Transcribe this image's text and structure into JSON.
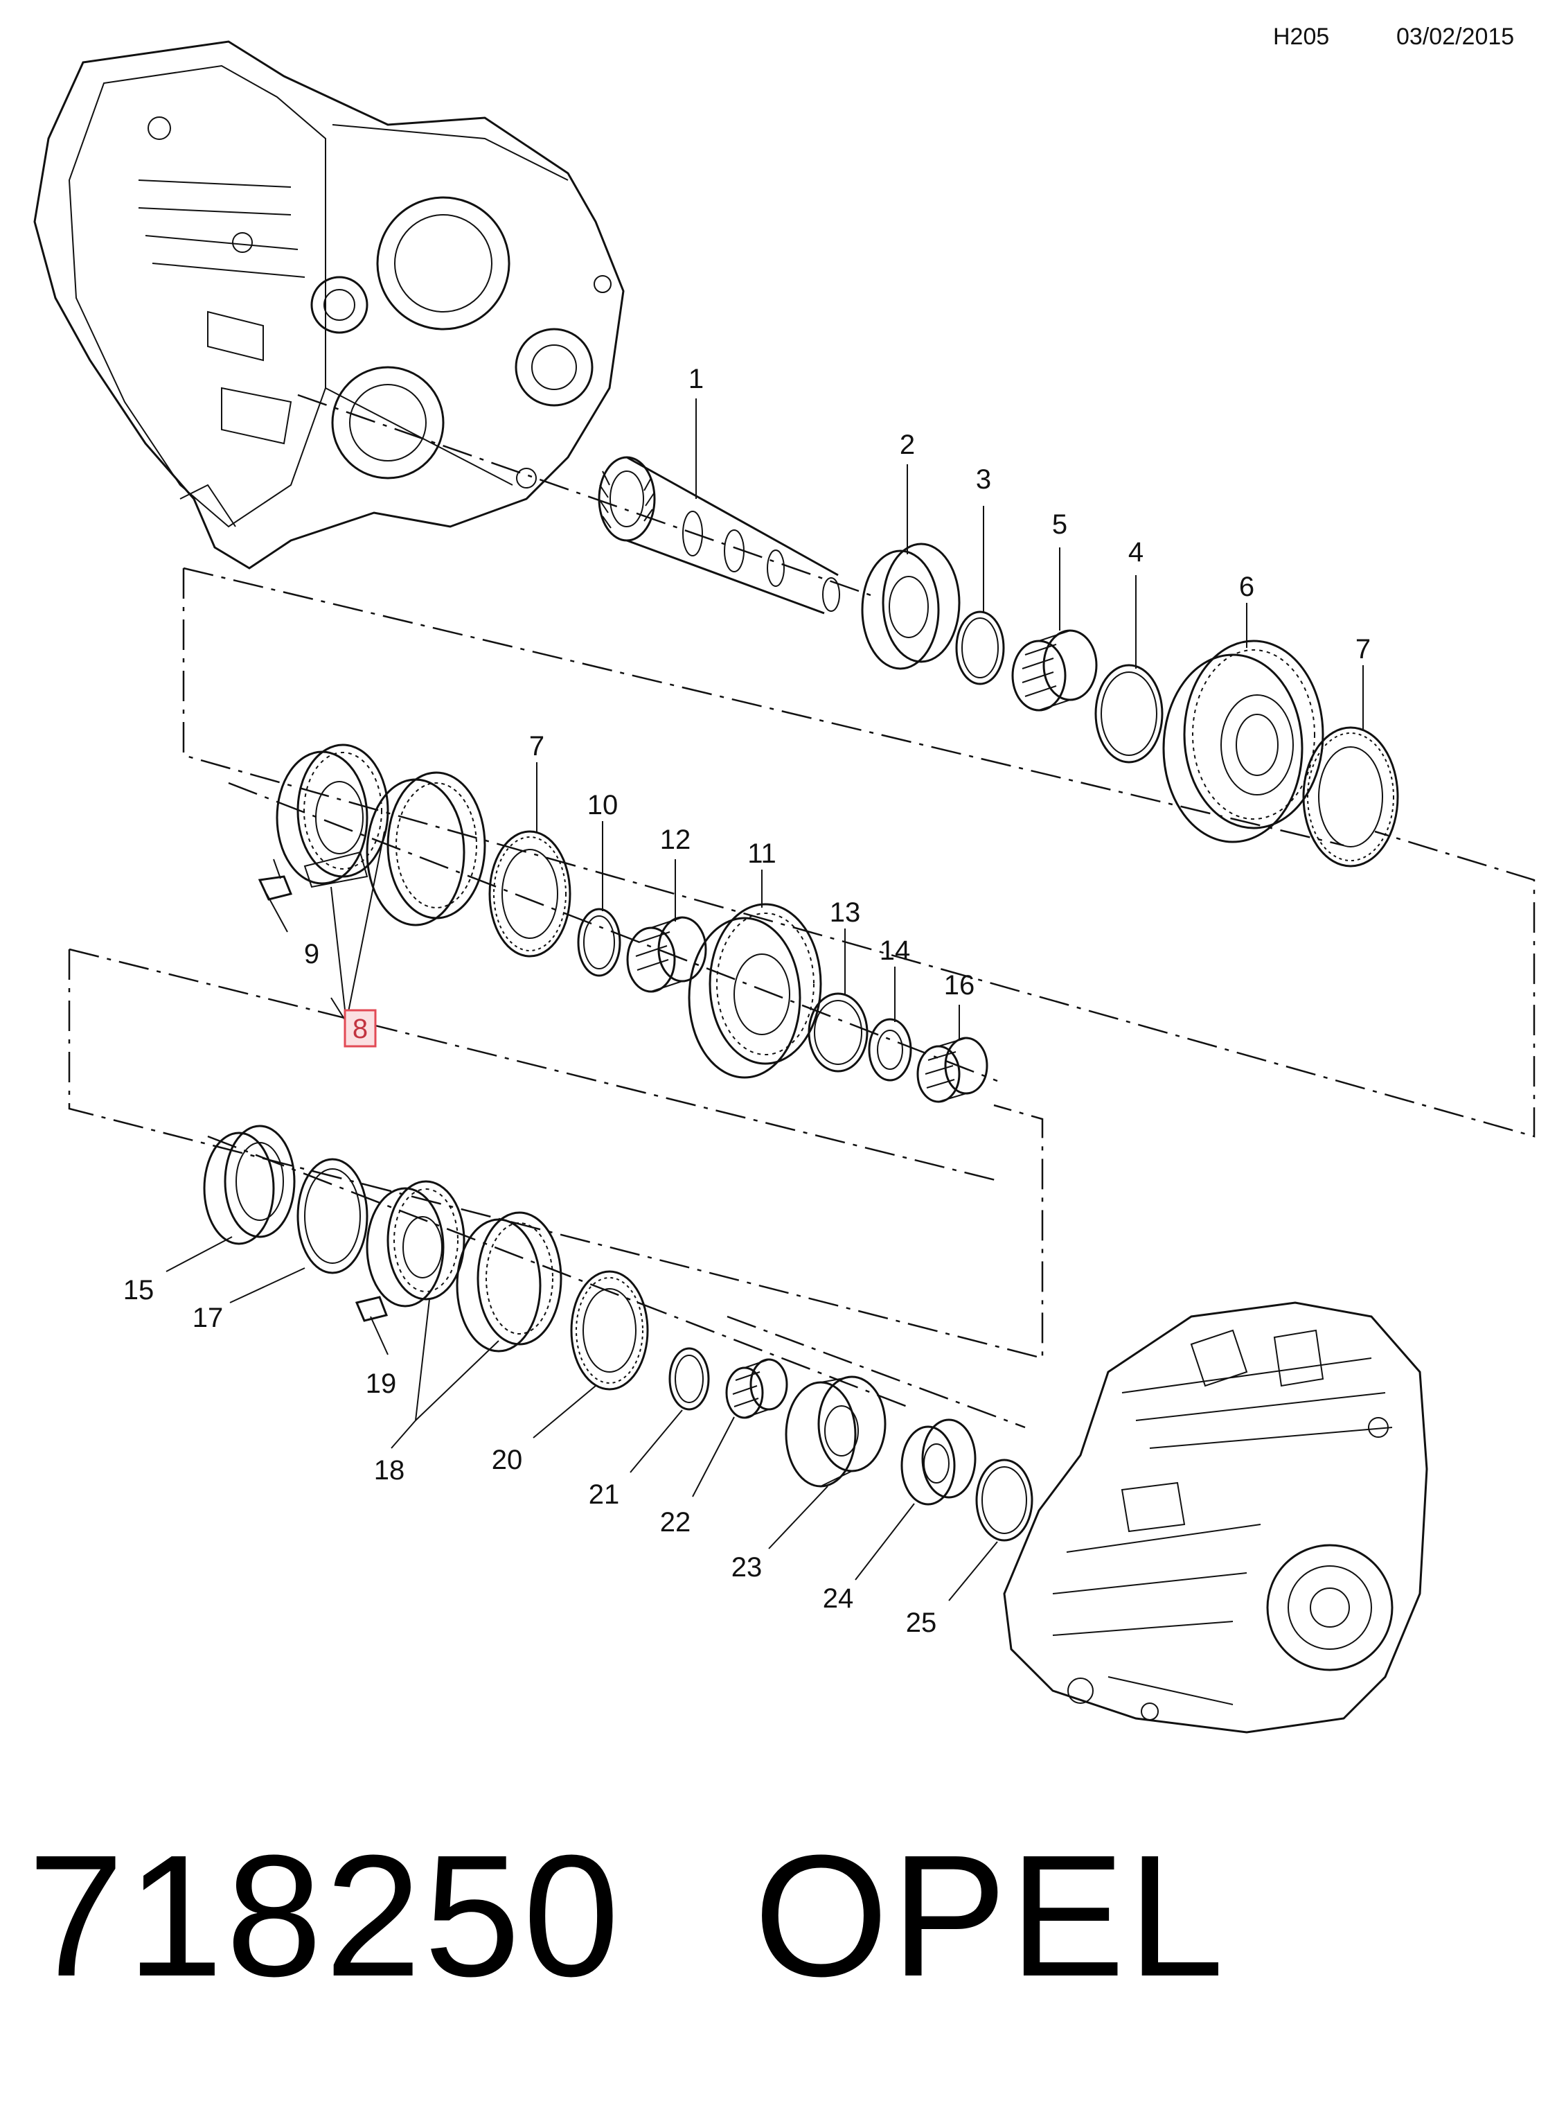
{
  "header": {
    "code": "H205",
    "date": "03/02/2015"
  },
  "callouts": [
    {
      "id": "c1",
      "text": "1"
    },
    {
      "id": "c2",
      "text": "2"
    },
    {
      "id": "c3",
      "text": "3"
    },
    {
      "id": "c5",
      "text": "5"
    },
    {
      "id": "c4",
      "text": "4"
    },
    {
      "id": "c6",
      "text": "6"
    },
    {
      "id": "c7a",
      "text": "7"
    },
    {
      "id": "c7b",
      "text": "7"
    },
    {
      "id": "c10",
      "text": "10"
    },
    {
      "id": "c12",
      "text": "12"
    },
    {
      "id": "c11",
      "text": "11"
    },
    {
      "id": "c13",
      "text": "13"
    },
    {
      "id": "c14",
      "text": "14"
    },
    {
      "id": "c16",
      "text": "16"
    },
    {
      "id": "c9",
      "text": "9"
    },
    {
      "id": "c8",
      "text": "8",
      "highlighted": true
    },
    {
      "id": "c15",
      "text": "15"
    },
    {
      "id": "c17",
      "text": "17"
    },
    {
      "id": "c19",
      "text": "19"
    },
    {
      "id": "c18",
      "text": "18"
    },
    {
      "id": "c20",
      "text": "20"
    },
    {
      "id": "c21",
      "text": "21"
    },
    {
      "id": "c22",
      "text": "22"
    },
    {
      "id": "c23",
      "text": "23"
    },
    {
      "id": "c24",
      "text": "24"
    },
    {
      "id": "c25",
      "text": "25"
    }
  ],
  "footer": {
    "part_number": "718250",
    "brand": "OPEL"
  },
  "colors": {
    "line": "#111111",
    "highlight_fill": "#fbe0e2",
    "highlight_border": "#e24a55",
    "highlight_text": "#c23340"
  }
}
